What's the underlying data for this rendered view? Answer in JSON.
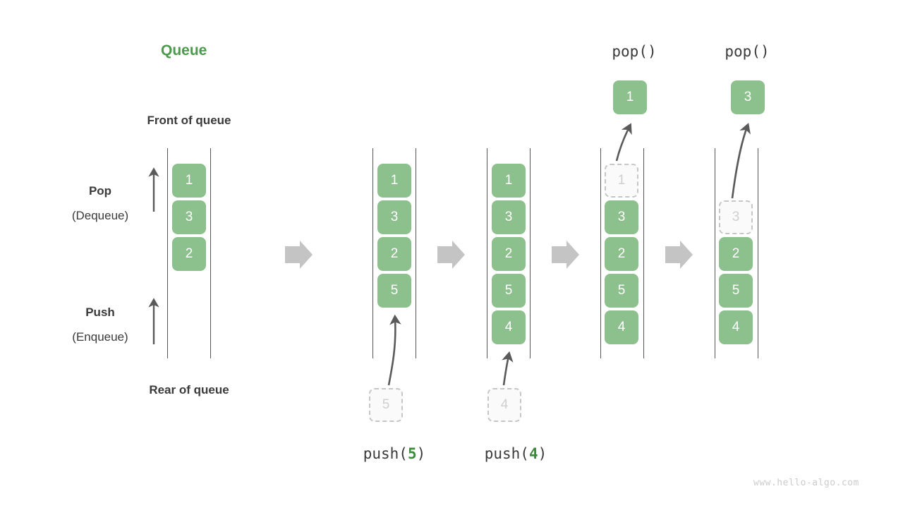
{
  "title": "Queue",
  "labels": {
    "front": "Front of queue",
    "rear": "Rear of queue",
    "pop_bold": "Pop",
    "pop_paren": "(Dequeue)",
    "push_bold": "Push",
    "push_paren": "(Enqueue)"
  },
  "colors": {
    "green_fill": "#8cc08c",
    "green_title": "#4c9a4c",
    "green_arg": "#3d8a3d",
    "text_dark": "#3a3a3a",
    "rail": "#555555",
    "ghost_border": "#c6c6c6",
    "ghost_text": "#cfcfcf",
    "ghost_fill": "#fafafa",
    "arrow_gray": "#c4c4c4",
    "arrow_dark": "#5a5a5a",
    "watermark": "#cccccc"
  },
  "watermark": "www.hello-algo.com",
  "stages": [
    {
      "id": "initial",
      "caption": null,
      "op_label": null,
      "cells": [
        "1",
        "3",
        "2"
      ],
      "ghost_index": -1,
      "incoming": null,
      "popped": null
    },
    {
      "id": "push-5",
      "caption": "push(5)",
      "caption_prefix": "push(",
      "caption_arg": "5",
      "caption_suffix": ")",
      "op_label": null,
      "cells": [
        "1",
        "3",
        "2",
        "5"
      ],
      "ghost_index": -1,
      "incoming": "5",
      "popped": null
    },
    {
      "id": "push-4",
      "caption": "push(4)",
      "caption_prefix": "push(",
      "caption_arg": "4",
      "caption_suffix": ")",
      "op_label": null,
      "cells": [
        "1",
        "3",
        "2",
        "5",
        "4"
      ],
      "ghost_index": -1,
      "incoming": "4",
      "popped": null
    },
    {
      "id": "pop-1",
      "caption": null,
      "op_label": "pop()",
      "cells": [
        "1",
        "3",
        "2",
        "5",
        "4"
      ],
      "ghost_index": 0,
      "incoming": null,
      "popped": "1"
    },
    {
      "id": "pop-3",
      "caption": null,
      "op_label": "pop()",
      "cells": [
        "3",
        "2",
        "5",
        "4"
      ],
      "ghost_index": 0,
      "incoming": null,
      "popped": "3"
    }
  ],
  "flow_arrows": 4
}
